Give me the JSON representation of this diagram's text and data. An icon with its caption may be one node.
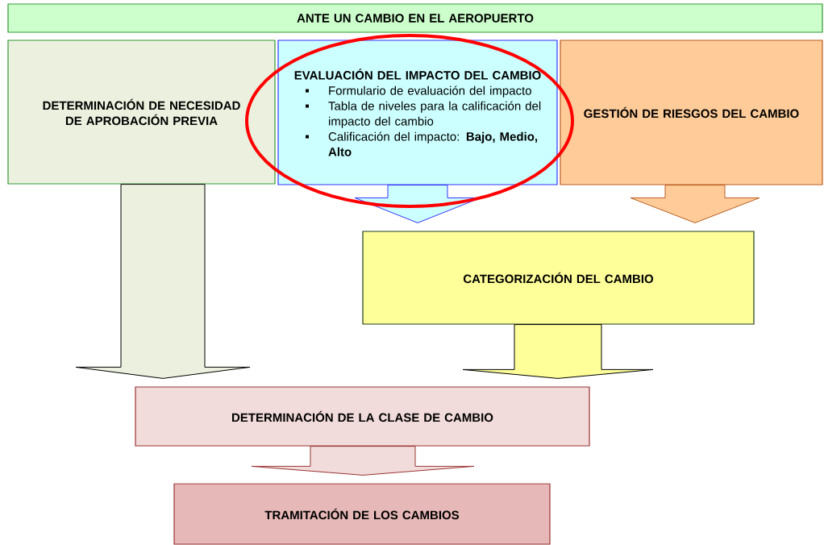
{
  "diagram": {
    "nodes": [
      {
        "text": [
          "ANTE UN CAMBIO EN EL AEROPUERTO"
        ]
      },
      {
        "text": [
          "DETERMINACIÓN DE NECESIDAD DE APROBACIÓN PREVIA"
        ]
      },
      {
        "text": [
          "EVALUACIÓN DEL IMPACTO DEL CAMBIO",
          "Formulario de evaluación del impacto",
          "Tabla de niveles para la calificación del impacto del cambio",
          "Calificación del impacto: **Bajo, Medio, Alto**"
        ]
      },
      {
        "text": [
          "GESTIÓN DE RIESGOS DEL CAMBIO"
        ]
      },
      {
        "text": [
          "CATEGORIZACIÓN DEL CAMBIO"
        ]
      },
      {
        "text": [
          "DETERMINACIÓN DE LA CLASE DE CAMBIO"
        ]
      },
      {
        "text": [
          "TRAMITACIÓN DE LOS CAMBIOS"
        ]
      }
    ],
    "edges": [
      {
        "from": 2,
        "to": 4,
        "arrow": "to"
      },
      {
        "from": 3,
        "to": 4,
        "arrow": "to"
      },
      {
        "from": 1,
        "to": 5,
        "arrow": "to"
      },
      {
        "from": 4,
        "to": 5,
        "arrow": "to"
      },
      {
        "from": 5,
        "to": 6,
        "arrow": "to"
      }
    ]
  }
}
